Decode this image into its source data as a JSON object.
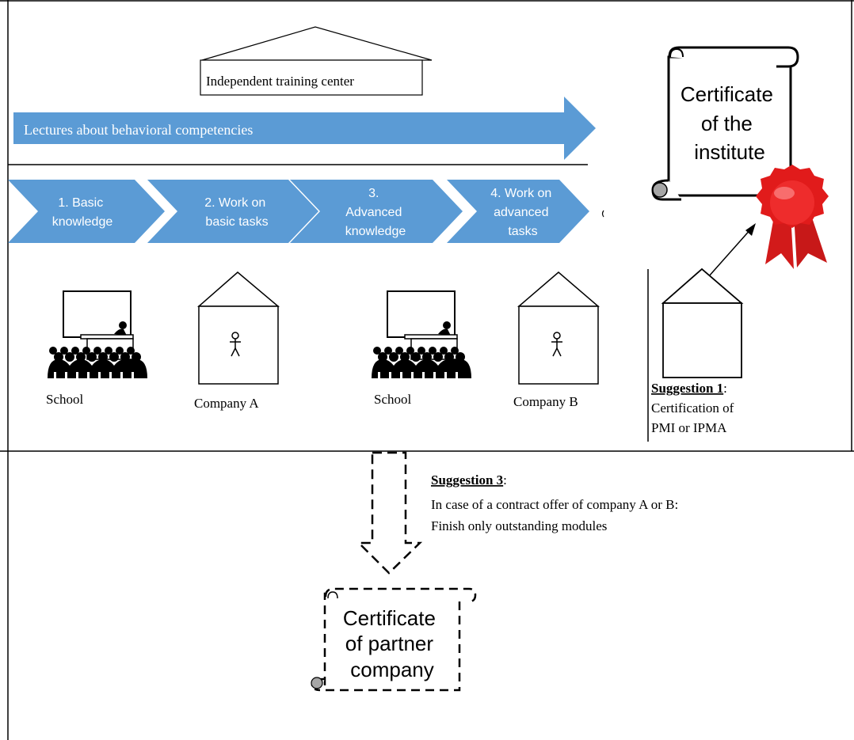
{
  "training_center": {
    "label": "Independent training center"
  },
  "lectures_arrow": {
    "label": "Lectures about behavioral competencies",
    "color": "#5b9bd5"
  },
  "phases": [
    {
      "lines": [
        "1. Basic",
        "knowledge"
      ]
    },
    {
      "lines": [
        "2. Work on",
        "basic tasks"
      ]
    },
    {
      "lines": [
        "3.",
        "Advanced",
        "knowledge"
      ]
    },
    {
      "lines": [
        "4. Work on",
        "advanced",
        "tasks"
      ]
    }
  ],
  "locations": [
    {
      "label": "School",
      "icon": "classroom-icon"
    },
    {
      "label": "Company A",
      "icon": "company-house-icon"
    },
    {
      "label": "School",
      "icon": "classroom-icon"
    },
    {
      "label": "Company B",
      "icon": "company-house-icon"
    }
  ],
  "institute_certificate": {
    "lines": [
      "Certificate",
      "of the",
      "institute"
    ],
    "seal_color": "#e11b1b"
  },
  "suggestion_1": {
    "title": "Suggestion 1",
    "colon": ":",
    "lines": [
      "Certification of",
      "PMI or IPMA"
    ]
  },
  "suggestion_3": {
    "title": "Suggestion 3",
    "colon": ":",
    "lines": [
      "In case of a contract offer of company A or B:",
      "Finish only outstanding modules"
    ]
  },
  "partner_certificate": {
    "lines": [
      "Certificate",
      "of partner",
      "company"
    ]
  }
}
